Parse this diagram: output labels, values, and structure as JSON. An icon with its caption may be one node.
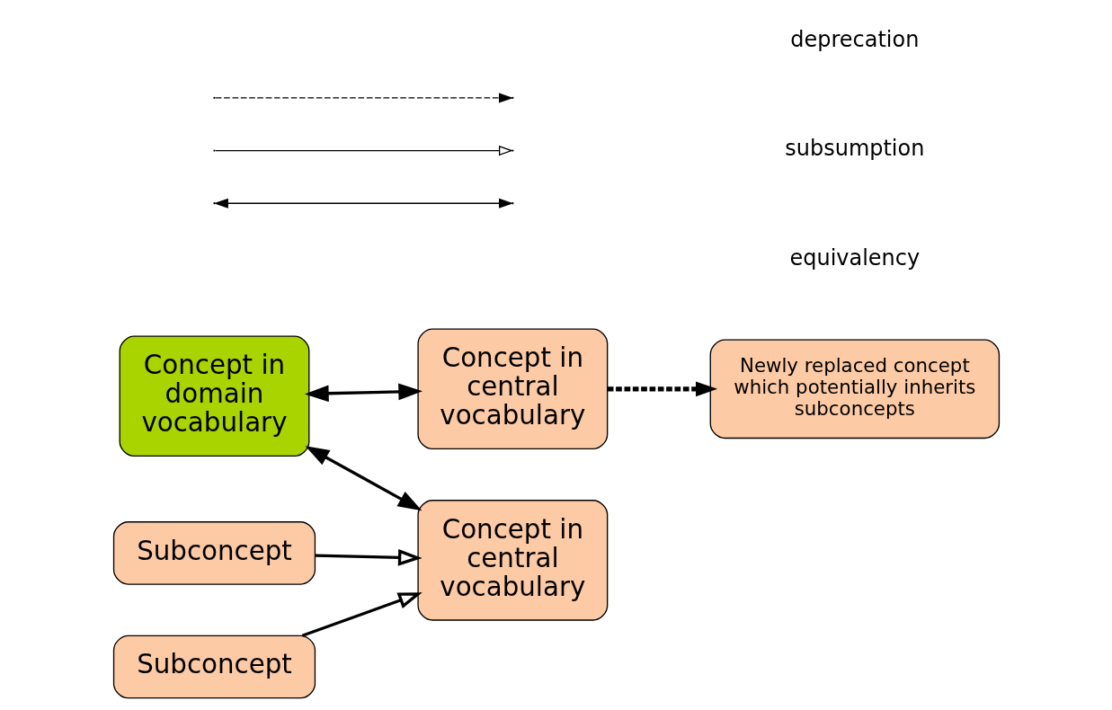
{
  "diagram": {
    "nodes": [
      {
        "text": [
          "Concept in domain vocabulary"
        ]
      },
      {
        "text": [
          "Concept in central vocabulary"
        ]
      },
      {
        "text": [
          "Newly replaced concept which potentially inherits subconcepts"
        ]
      },
      {
        "text": [
          "Concept in central vocabulary"
        ]
      },
      {
        "text": [
          "Subconcept"
        ]
      },
      {
        "text": [
          "Subconcept"
        ]
      }
    ],
    "edges": [
      {
        "from": 0,
        "to": 1,
        "arrow": "both"
      },
      {
        "from": 1,
        "to": 2,
        "arrow": "to",
        "style": "dashed"
      },
      {
        "from": 0,
        "to": 3,
        "arrow": "both"
      },
      {
        "from": 4,
        "to": 3,
        "arrow": "to"
      },
      {
        "from": 5,
        "to": 3,
        "arrow": "to"
      }
    ],
    "legend": [
      {
        "text": "deprecation"
      },
      {
        "text": "subsumption"
      },
      {
        "text": "equivalency"
      }
    ]
  }
}
